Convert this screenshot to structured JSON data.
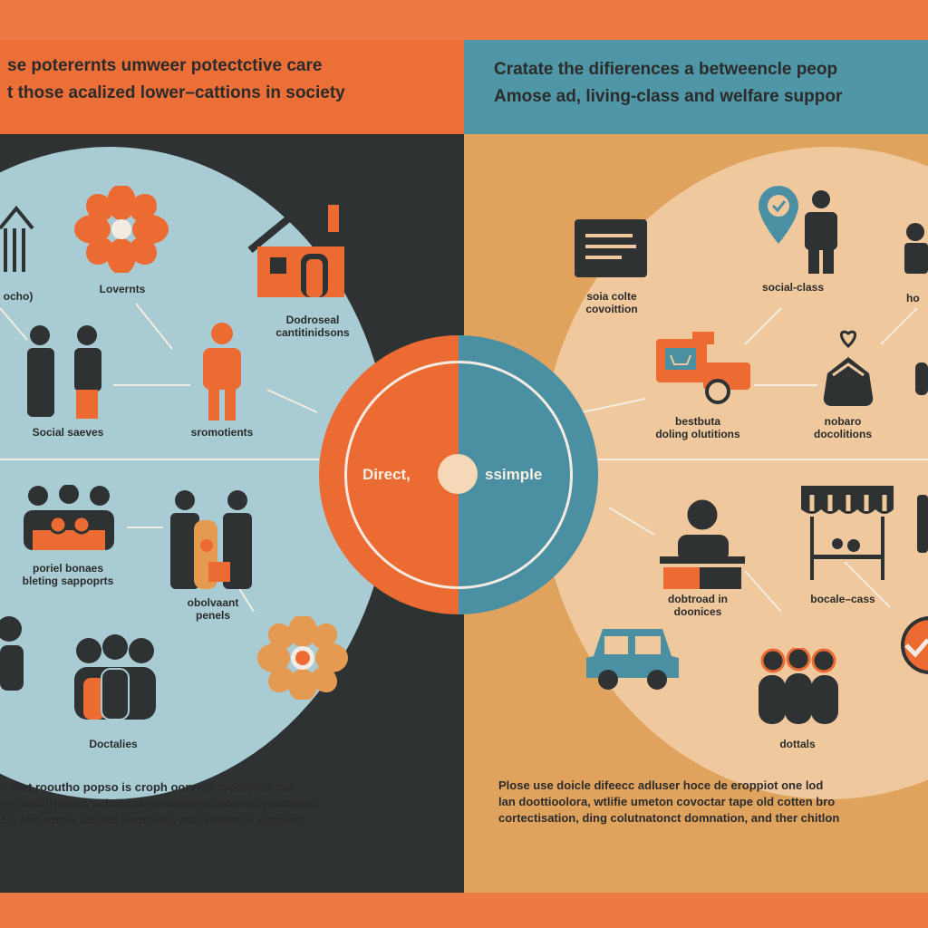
{
  "colors": {
    "accent_orange": "#ec6f37",
    "accent_teal": "#4f96a6",
    "dark_panel": "#2f3233",
    "tan_panel": "#e0a35e",
    "lens_blue": "#a9ccd4",
    "lens_cream": "#efc99d"
  },
  "left": {
    "title_lines": [
      "se poterernts  umweer potectctive care",
      "t those acalized lower–cattions in society"
    ],
    "labels": {
      "top_left": "ocho)",
      "flower": "Lovernts",
      "house": "Dodroseal\ncantitinidsons",
      "social": "Social saeves",
      "person": "sromotients",
      "family": "poriel bonaes\nbleting sappoprts",
      "couple": "obolvaant\npenels",
      "bottom": "Doctalies"
    },
    "icons": [
      "house-icon",
      "flower-icon",
      "people-icon",
      "person-icon",
      "family-icon",
      "couple-child-icon",
      "group-icon"
    ],
    "footer_lines": [
      "n that rooutho popso is croph oorvere croctoces car",
      "se canfrtrotions achont there caverss thore ro secotiend",
      "cs, and rorive idsited boorfons, and villefrace support."
    ]
  },
  "right": {
    "title_lines": [
      "Cratate the difierences a betweencle peop",
      "Amose ad, living-class and welfare suppor"
    ],
    "labels": {
      "document": "soia colte\ncovoittion",
      "person": "social-class",
      "edge_top": "ho",
      "cart": "bestbuta\ndoling olutitions",
      "donation": "nobaro\ndocolitions",
      "worker": "dobtroad in\ndoonices",
      "stall": "bocale–cass",
      "bottom": "dottals"
    },
    "icons": [
      "document-icon",
      "location-pin-icon",
      "person-icon",
      "cart-icon",
      "heart-bag-icon",
      "worker-icon",
      "market-stall-icon",
      "car-icon",
      "group-icon",
      "check-icon"
    ],
    "footer_lines": [
      "Plose use doicle difeecc adluser hoce de eroppiot one lod",
      "lan doottioolora, wtlifie umeton covoctar tape old cotten bro",
      "cortectisation, ding colutnatonct domnation, and ther chitlon"
    ]
  },
  "center": {
    "left_text": "Direct,",
    "right_text": "ssimple"
  }
}
